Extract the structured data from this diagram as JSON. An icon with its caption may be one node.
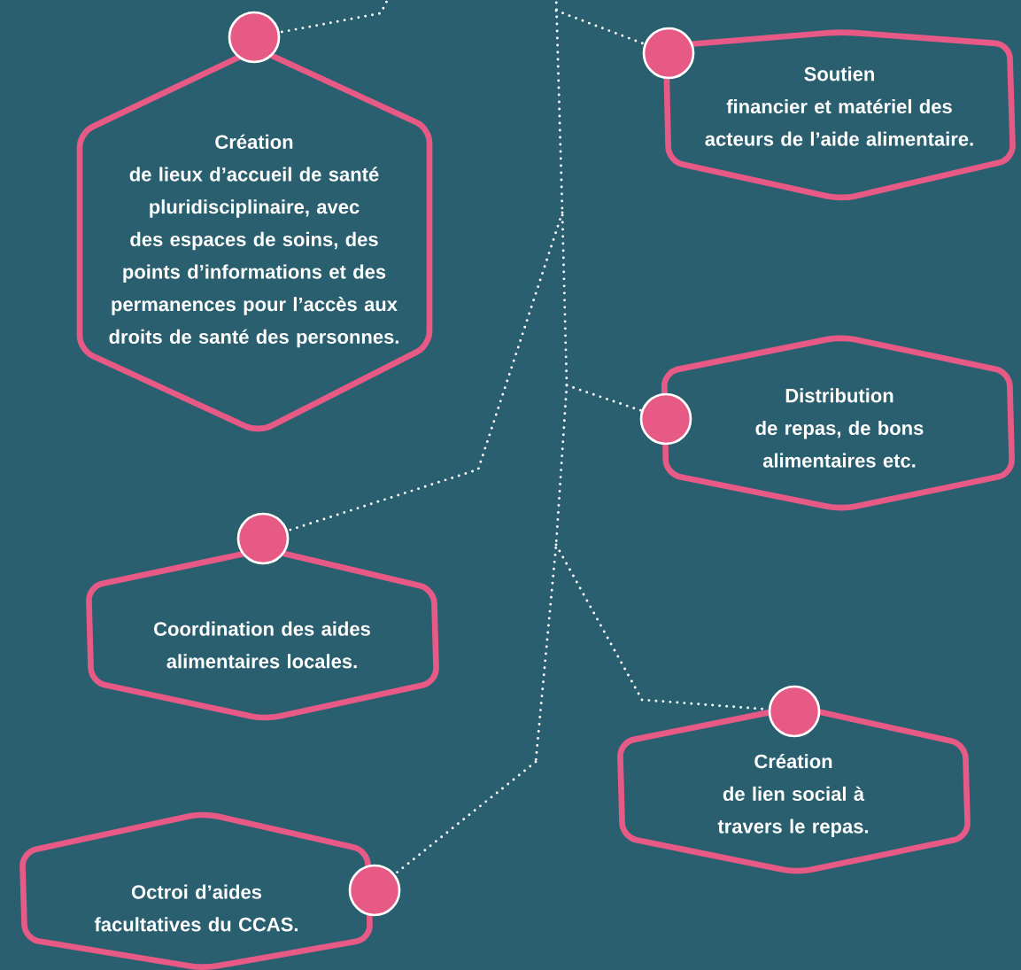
{
  "diagram": {
    "nodes": [
      {
        "text": [
          "Création",
          "de lieux d’accueil de santé pluridisciplinaire, avec des espaces de soins, des points d’informations et des permanences pour l’accès aux droits de santé des personnes."
        ]
      },
      {
        "text": [
          "Soutien",
          "financier et matériel des acteurs de l’aide alimentaire."
        ]
      },
      {
        "text": [
          "Distribution",
          "de repas, de bons alimentaires etc."
        ]
      },
      {
        "text": [
          "Coordination des aides alimentaires locales."
        ]
      },
      {
        "text": [
          "Création",
          "de lien social à travers le repas."
        ]
      },
      {
        "text": [
          "Octroi d’aides facultatives du CCAS."
        ]
      },
      {
        "text": [],
        "shape": "circle"
      },
      {
        "text": [],
        "shape": "circle"
      },
      {
        "text": [],
        "shape": "circle"
      },
      {
        "text": [],
        "shape": "circle"
      },
      {
        "text": [],
        "shape": "circle"
      },
      {
        "text": [],
        "shape": "circle"
      }
    ],
    "edges": [
      {
        "from": null,
        "to": 6,
        "arrow": "none"
      },
      {
        "from": null,
        "to": 7,
        "arrow": "none"
      },
      {
        "from": null,
        "to": 9,
        "arrow": "none"
      },
      {
        "from": null,
        "to": 8,
        "arrow": "none"
      },
      {
        "from": null,
        "to": 10,
        "arrow": "none"
      },
      {
        "from": null,
        "to": 11,
        "arrow": "none"
      }
    ]
  }
}
